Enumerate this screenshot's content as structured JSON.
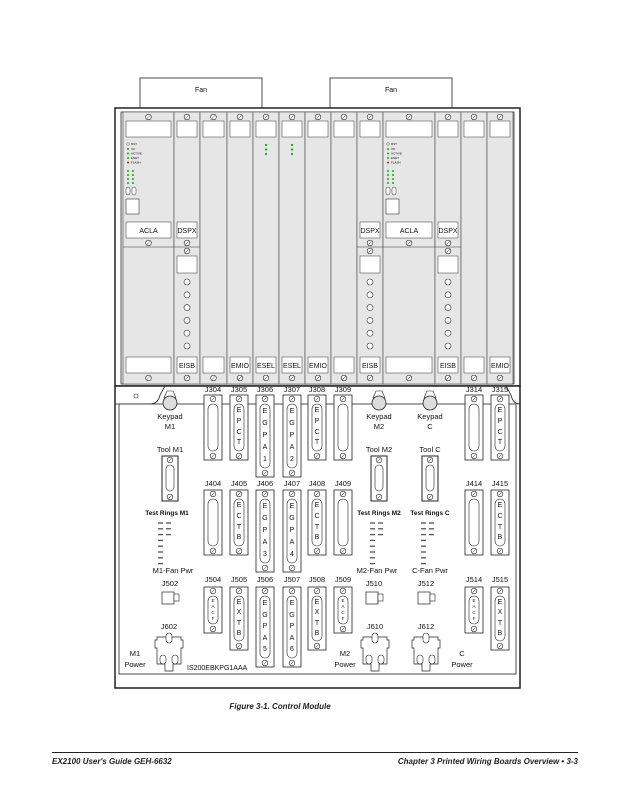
{
  "fans": [
    "Fan",
    "Fan"
  ],
  "slots": [
    {
      "kind": "acla",
      "top_label": "ACLA"
    },
    {
      "kind": "dspx",
      "top_label": "DSPX",
      "bottom_label": "EISB"
    },
    {
      "kind": "blank"
    },
    {
      "kind": "plain",
      "bottom_label": "EMIO"
    },
    {
      "kind": "esel",
      "bottom_label": "ESEL"
    },
    {
      "kind": "esel",
      "bottom_label": "ESEL"
    },
    {
      "kind": "plain",
      "bottom_label": "EMIO"
    },
    {
      "kind": "blank"
    },
    {
      "kind": "dspx",
      "top_label": "DSPX",
      "bottom_label": "EISB"
    },
    {
      "kind": "acla",
      "top_label": "ACLA"
    },
    {
      "kind": "dspx",
      "top_label": "DSPX",
      "bottom_label": "EISB"
    },
    {
      "kind": "blank"
    },
    {
      "kind": "plain",
      "bottom_label": "EMIO"
    }
  ],
  "leds": [
    "RST",
    "OK",
    "ACTIVE",
    "ENET",
    "FLASH"
  ],
  "lower": {
    "keypads": [
      {
        "label": "Keypad",
        "sub": "M1"
      },
      {
        "label": "Keypad",
        "sub": "M2"
      },
      {
        "label": "Keypad",
        "sub": "C"
      }
    ],
    "tools": [
      "Tool M1",
      "Tool M2",
      "Tool C"
    ],
    "test_rings": [
      "Test Rings M1",
      "Test Rings M2",
      "Test Rings C"
    ],
    "fan_pwr": [
      "M1-Fan Pwr",
      "M2-Fan Pwr",
      "C-Fan Pwr"
    ],
    "fan_jacks": [
      "J502",
      "J510",
      "J512"
    ],
    "power_jacks": [
      "J602",
      "J610",
      "J612"
    ],
    "power_labels": [
      {
        "a": "M1",
        "b": "Power"
      },
      {
        "a": "M2",
        "b": "Power"
      },
      {
        "a": "C",
        "b": "Power"
      }
    ],
    "board_id": "IS200EBKPG1AAA",
    "connectors": [
      [
        {
          "id": "J304",
          "text": ""
        },
        {
          "id": "J305",
          "text": "EPCT"
        },
        {
          "id": "J306",
          "text": "EGPA1"
        },
        {
          "id": "J307",
          "text": "EGPA2"
        },
        {
          "id": "J308",
          "text": "EPCT"
        },
        {
          "id": "J309",
          "text": ""
        },
        {
          "id": "J314",
          "text": ""
        },
        {
          "id": "J315",
          "text": "EPCT"
        }
      ],
      [
        {
          "id": "J404",
          "text": ""
        },
        {
          "id": "J405",
          "text": "ECTB"
        },
        {
          "id": "J406",
          "text": "EGPA3"
        },
        {
          "id": "J407",
          "text": "EGPA4"
        },
        {
          "id": "J408",
          "text": "ECTB"
        },
        {
          "id": "J409",
          "text": ""
        },
        {
          "id": "J414",
          "text": ""
        },
        {
          "id": "J415",
          "text": "ECTB"
        }
      ],
      [
        {
          "id": "J504",
          "text": "EACF"
        },
        {
          "id": "J505",
          "text": "EXTB"
        },
        {
          "id": "J506",
          "text": "EGPA5"
        },
        {
          "id": "J507",
          "text": "EGPA6"
        },
        {
          "id": "J508",
          "text": "EXTB"
        },
        {
          "id": "J509",
          "text": "EACF"
        },
        {
          "id": "J514",
          "text": "EACF"
        },
        {
          "id": "J515",
          "text": "EXTB"
        }
      ]
    ]
  },
  "caption": "Figure 3-1.  Control Module",
  "footer": {
    "left": "EX2100 User's Guide  GEH-6632",
    "right": "Chapter 3  Printed Wiring Boards Overview • 3-3"
  },
  "colors": {
    "panel": "#e6e6e6",
    "led_green": "#1aa51a",
    "led_red": "#c01818"
  }
}
